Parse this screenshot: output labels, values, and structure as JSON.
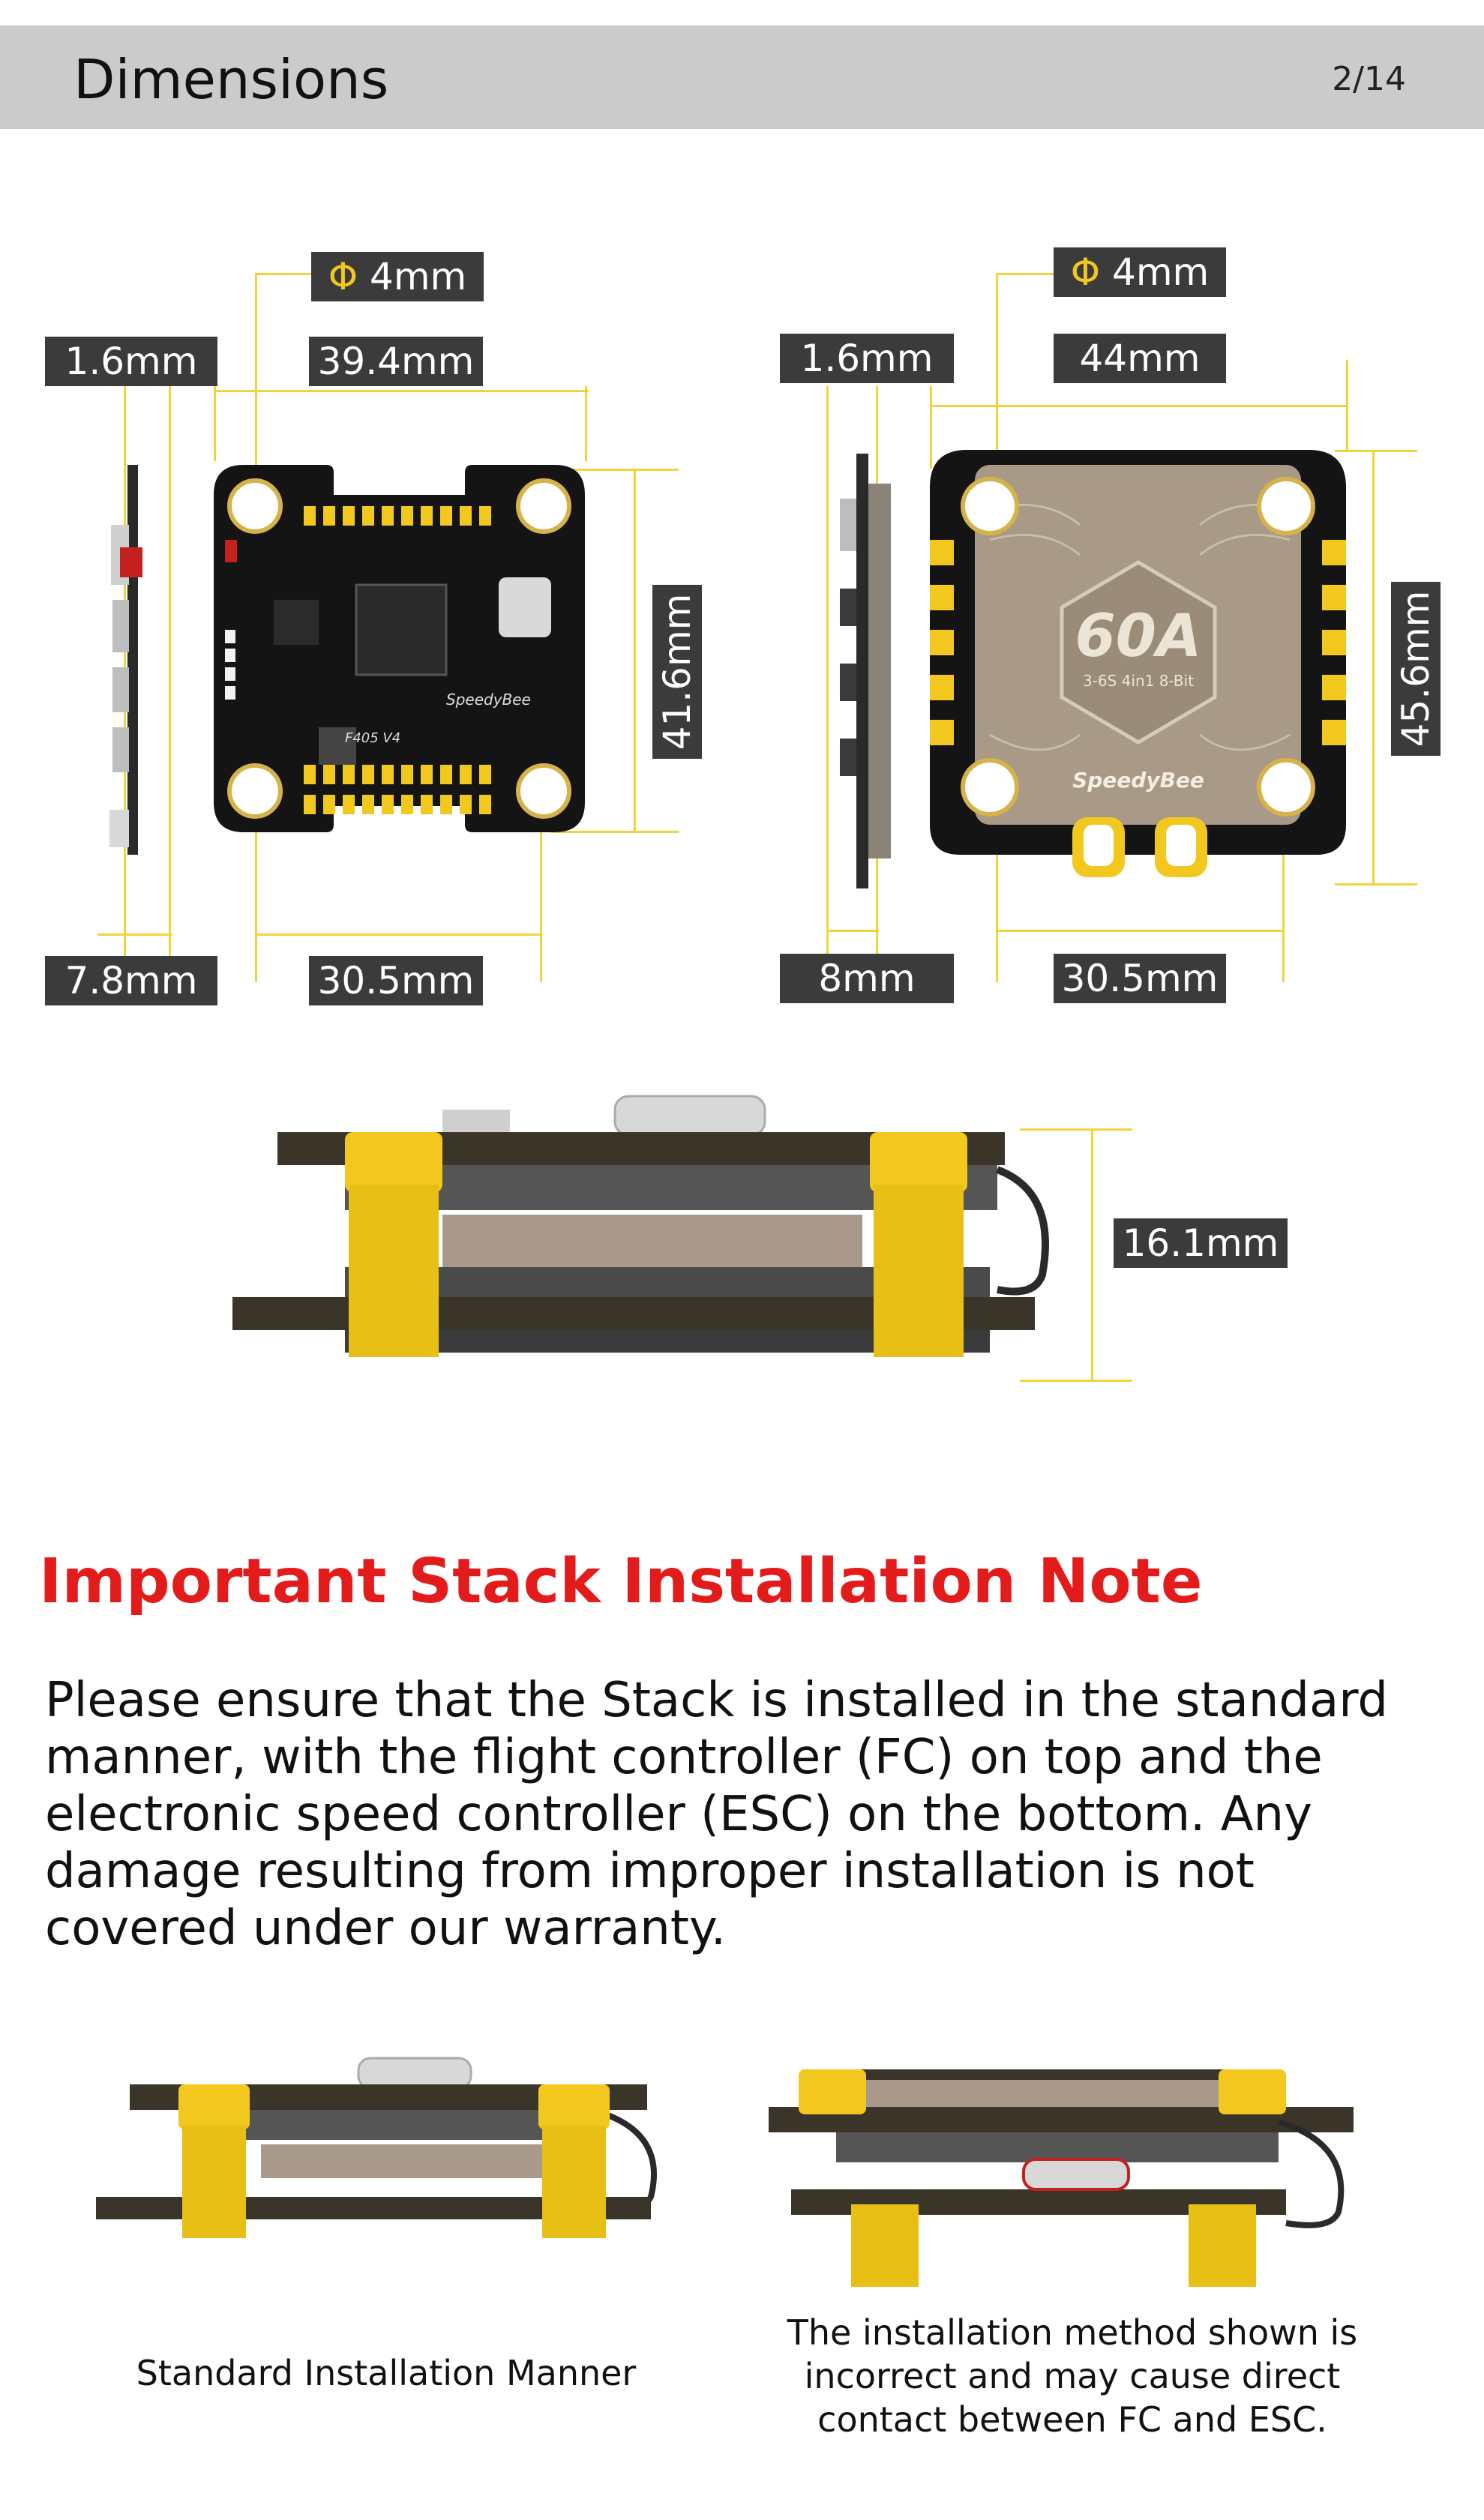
{
  "header": {
    "title": "Dimensions",
    "page": "2/14"
  },
  "fc_view": {
    "hole": "4mm",
    "thickness": "1.6mm",
    "width": "39.4mm",
    "height": "41.6mm",
    "side_depth": "7.8mm",
    "mount": "30.5mm",
    "board_model": "F405 V4",
    "brand": "SpeedyBee"
  },
  "esc_view": {
    "hole": "4mm",
    "thickness": "1.6mm",
    "width": "44mm",
    "height": "45.6mm",
    "side_depth": "8mm",
    "mount": "30.5mm",
    "rating": "60A",
    "spec": "3-6S 4in1 8-Bit",
    "brand": "SpeedyBee"
  },
  "stack_view": {
    "height": "16.1mm"
  },
  "note": {
    "title": "Important Stack Installation Note",
    "body": "Please ensure that the Stack is installed in the standard manner, with the flight controller (FC) on top and the electronic speed controller (ESC) on the bottom. Any damage resulting from improper installation is not covered under our warranty."
  },
  "captions": {
    "standard": "Standard Installation Manner",
    "incorrect": "The installation method shown is incorrect and may cause direct contact between FC and ESC."
  },
  "phi_symbol": "Φ"
}
